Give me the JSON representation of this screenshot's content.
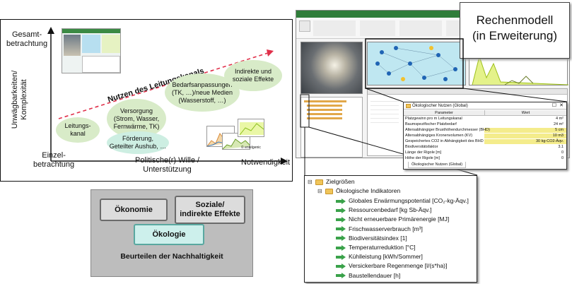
{
  "diagram": {
    "y_axis_top": "Gesamt-\nbetrachtung",
    "y_axis_label": "Unwägbarkeiten/\nKomplexität",
    "y_axis_bottom": "Einzel-\nbetrachtung",
    "x_axis_mid": "Politische(r) Wille /\nUnterstützung",
    "x_axis_right": "Notwendigkeit",
    "main_label": "Nutzen des Leitungskanals",
    "ellipses": [
      "Leitungs-\nkanal",
      "Versorgung\n(Strom, Wasser,\nFernwärme, TK)",
      "Förderung,\nGeteilter Aushub, …",
      "Bedarfsanpassungen\n(TK, …)/neue Medien\n(Wasserstoff, …)",
      "Indirekte und\nsoziale Effekte"
    ],
    "credit": "© entelgenic"
  },
  "sustainability": {
    "economy": "Ökonomie",
    "social": "Soziale/\nindirekte Effekte",
    "ecology": "Ökologie",
    "footer": "Beurteilen der Nachhaltigkeit"
  },
  "callout": "Rechenmodell\n(in Erweiterung)",
  "param_dialog": {
    "title": "Ökologischer Nutzen (Global)",
    "col_param": "Parameter",
    "col_value": "Wert",
    "tab": "Ökologischer Nutzen (Global)",
    "rows": [
      {
        "name": "Platzgewinn pro m Leitungskanal",
        "value": "4 m²",
        "hl": false
      },
      {
        "name": "Baumspezifischer Platzbedarf",
        "value": "24 m²",
        "hl": false
      },
      {
        "name": "Altersabhängiger Brusthöhendurchmesser (BHD)",
        "value": "5 cm",
        "hl": true
      },
      {
        "name": "Altersabhängiges Kronenvolumen (KV)",
        "value": "10 m3",
        "hl": true
      },
      {
        "name": "Gespeichertes CO2 in Abhängigkeit des BHD",
        "value": "30 kg-CO2-Äqv.",
        "hl": true
      },
      {
        "name": "Biodiversitätsfaktor",
        "value": "3.1",
        "hl": false
      },
      {
        "name": "Länge der Rigole [m]",
        "value": "0",
        "hl": false
      },
      {
        "name": "Höhe der Rigole [m]",
        "value": "0",
        "hl": false
      }
    ]
  },
  "tree": {
    "root": "Zielgrößen",
    "group": "Ökologische Indikatoren",
    "items": [
      "Globales  Erwärmungspotential  [CO₂-kg-Äqv.]",
      "Ressourcenbedarf  [kg Sb-Äqv.]",
      "Nicht erneuerbare Primärenergie [MJ]",
      "Frischwasserverbrauch [m³]",
      "Biodiversitätsindex  [1]",
      "Temperaturreduktion  [°C]",
      "Kühlleistung  [kWh/Sommer]",
      "Versickerbare Regenmenge  [l/(s*ha)]",
      "Baustellendauer  [h]"
    ]
  },
  "colors": {
    "ellipse_green": "#d8ebc8",
    "ellipse_teal": "#cdeee2",
    "trend_line": "#e0304a",
    "highlight": "#f4ec8c",
    "app_green": "#2f7d3a"
  }
}
